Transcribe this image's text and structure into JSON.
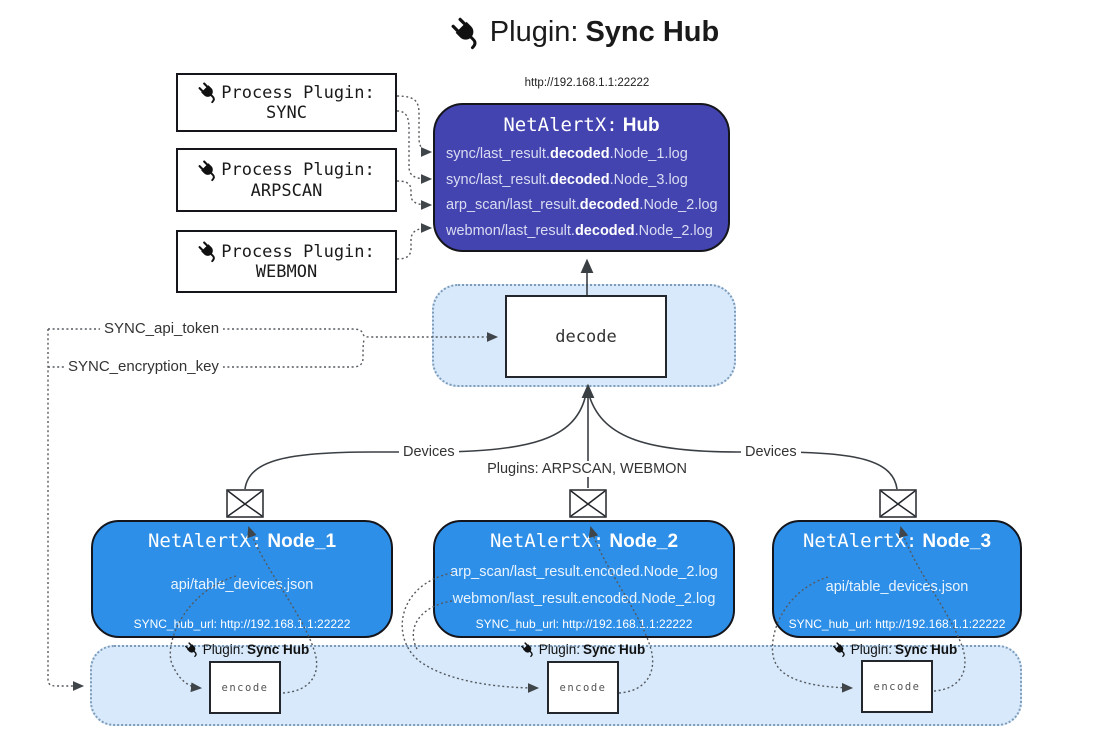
{
  "title": {
    "prefix": "Plugin:",
    "name": "Sync Hub"
  },
  "hub": {
    "url": "http://192.168.1.1:22222",
    "name_prefix": "NetAlertX:",
    "name_bold": "Hub",
    "items": [
      {
        "pre": "sync/last_result.",
        "bold": "decoded",
        "post": ".Node_1.log"
      },
      {
        "pre": "sync/last_result.",
        "bold": "decoded",
        "post": ".Node_3.log"
      },
      {
        "pre": "arp_scan/last_result.",
        "bold": "decoded",
        "post": ".Node_2.log"
      },
      {
        "pre": "webmon/last_result.",
        "bold": "decoded",
        "post": ".Node_2.log"
      }
    ]
  },
  "process_plugins": [
    {
      "label": "Process Plugin:",
      "name": "SYNC"
    },
    {
      "label": "Process Plugin:",
      "name": "ARPSCAN"
    },
    {
      "label": "Process Plugin:",
      "name": "WEBMON"
    }
  ],
  "decode": {
    "label": "decode"
  },
  "config": {
    "api_token": "SYNC_api_token",
    "encryption_key": "SYNC_encryption_key"
  },
  "edge_labels": {
    "devices_left": "Devices",
    "plugins_center": "Plugins: ARPSCAN, WEBMON",
    "devices_right": "Devices"
  },
  "nodes": [
    {
      "name_prefix": "NetAlertX:",
      "name_bold": "Node_1",
      "lines": [
        "api/table_devices.json"
      ],
      "hub_url": "SYNC_hub_url: http://192.168.1.1:22222"
    },
    {
      "name_prefix": "NetAlertX:",
      "name_bold": "Node_2",
      "lines": [
        "arp_scan/last_result.encoded.Node_2.log",
        "webmon/last_result.encoded.Node_2.log"
      ],
      "hub_url": "SYNC_hub_url: http://192.168.1.1:22222"
    },
    {
      "name_prefix": "NetAlertX:",
      "name_bold": "Node_3",
      "lines": [
        "api/table_devices.json"
      ],
      "hub_url": "SYNC_hub_url: http://192.168.1.1:22222"
    }
  ],
  "encoders": [
    {
      "plugin_prefix": "Plugin:",
      "plugin_name": "Sync Hub",
      "box_label": "encode"
    },
    {
      "plugin_prefix": "Plugin:",
      "plugin_name": "Sync Hub",
      "box_label": "encode"
    },
    {
      "plugin_prefix": "Plugin:",
      "plugin_name": "Sync Hub",
      "box_label": "encode"
    }
  ],
  "colors": {
    "hub_fill": "#4444b0",
    "node_fill": "#2d8fe8",
    "band_fill": "#d8e9fb",
    "band_border": "#7c9cb9",
    "solid_edge": "#3a3f44",
    "dotted_edge": "#5a5a5a"
  }
}
